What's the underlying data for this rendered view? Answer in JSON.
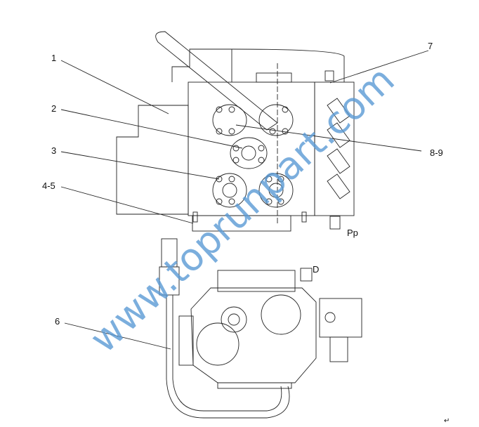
{
  "labels": {
    "l1": "1",
    "l2": "2",
    "l3": "3",
    "l45": "4-5",
    "l6": "6",
    "l7": "7",
    "l89": "8-9",
    "pp": "Pp",
    "d": "D"
  },
  "watermark": "www.toprunpart.com",
  "mark": "↵",
  "colors": {
    "line": "#222222",
    "watermark": "#5b9bd5"
  }
}
